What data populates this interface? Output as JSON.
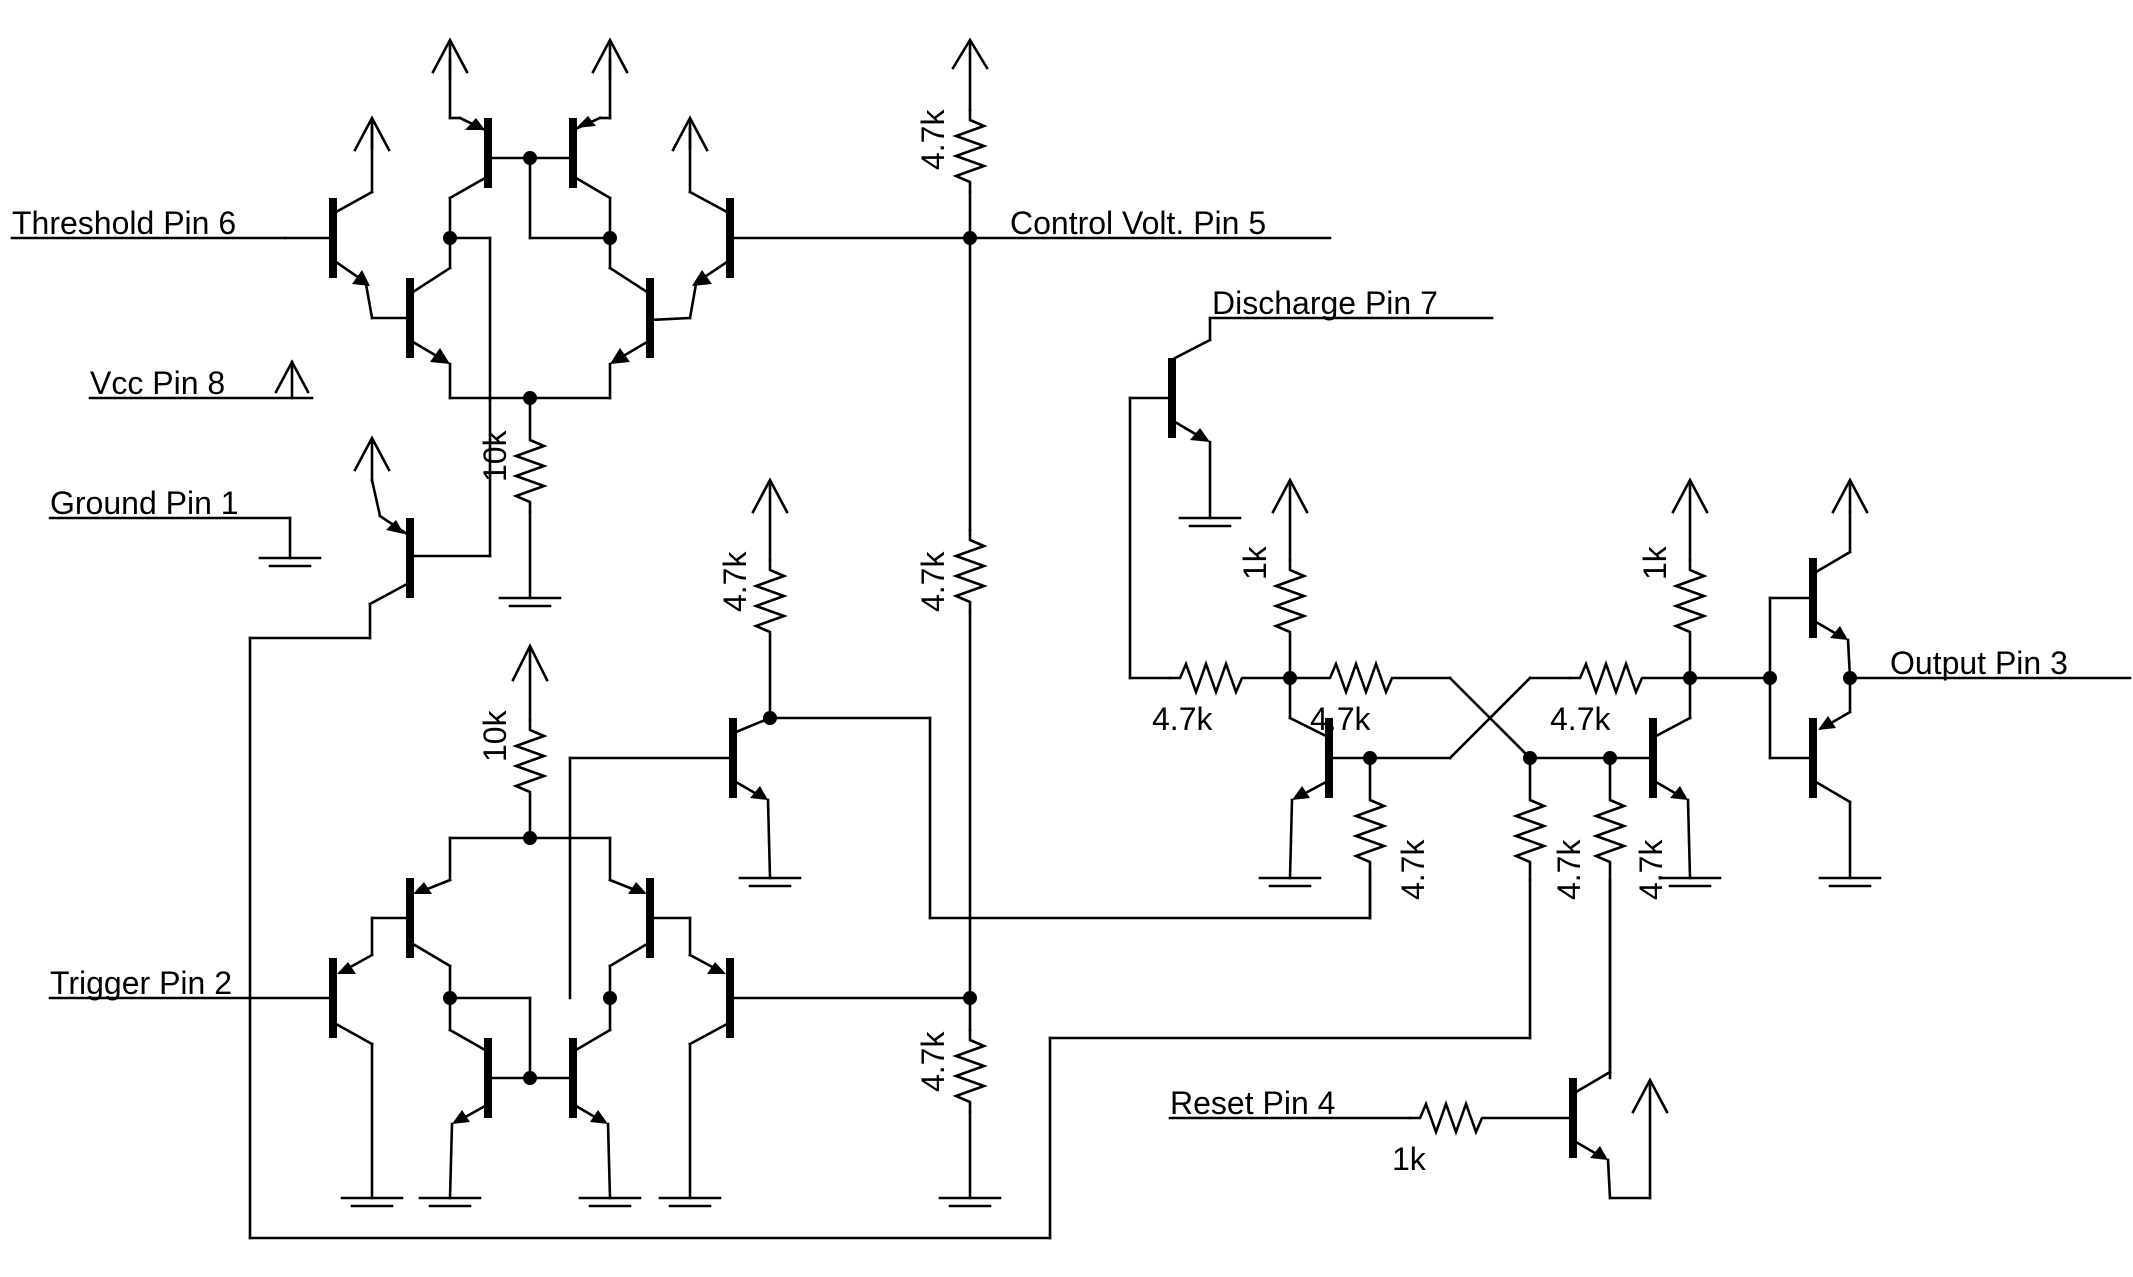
{
  "labels": {
    "threshold": "Threshold Pin 6",
    "control": "Control Volt. Pin 5",
    "discharge": "Discharge Pin 7",
    "vcc": "Vcc Pin 8",
    "ground": "Ground Pin 1",
    "trigger": "Trigger Pin 2",
    "output": "Output Pin 3",
    "reset": "Reset Pin 4"
  },
  "resistors": {
    "r_div_top": "4.7k",
    "r_div_mid": "4.7k",
    "r_div_bot": "4.7k",
    "r_tail_top": "10k",
    "r_tail_bot": "10k",
    "r_trig_coll": "4.7k",
    "r_ff_left_pullup": "1k",
    "r_ff_right_pullup": "1k",
    "r_disch_base": "4.7k",
    "r_ff_left_cross": "4.7k",
    "r_ff_right_cross": "4.7k",
    "r_ff_left_base": "4.7k",
    "r_ff_right_base_a": "4.7k",
    "r_ff_right_base_b": "4.7k",
    "r_reset": "1k"
  }
}
